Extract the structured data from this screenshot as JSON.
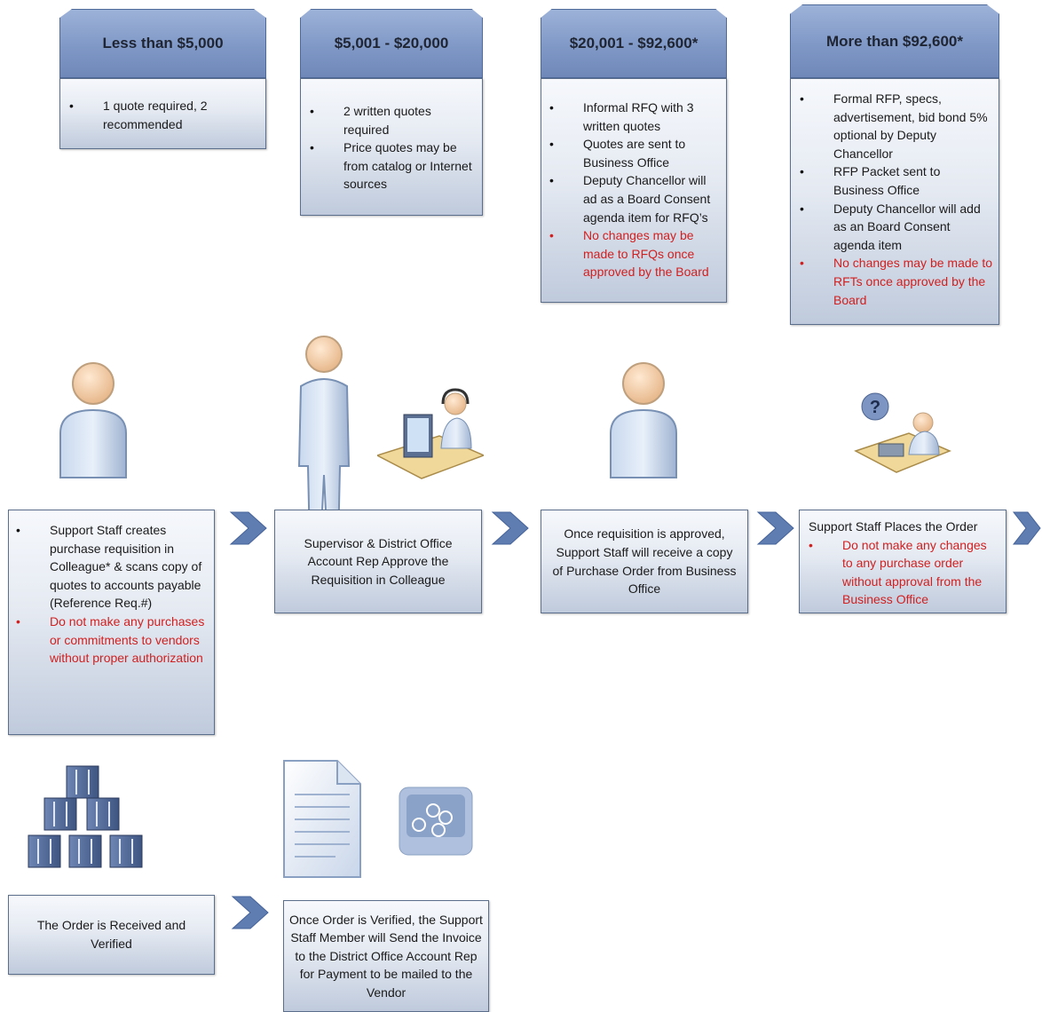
{
  "tiers": [
    {
      "heading": "Less than $5,000",
      "bullets": [
        {
          "text": "1 quote required, 2 recommended",
          "red": false
        }
      ]
    },
    {
      "heading": "$5,001 - $20,000",
      "bullets": [
        {
          "text": "2 written quotes required",
          "red": false
        },
        {
          "text": "Price quotes may be from catalog or Internet sources",
          "red": false
        }
      ]
    },
    {
      "heading": "$20,001 - $92,600*",
      "bullets": [
        {
          "text": "Informal RFQ with 3 written quotes",
          "red": false
        },
        {
          "text": "Quotes are sent to Business Office",
          "red": false
        },
        {
          "text": "Deputy Chancellor will ad as a Board Consent agenda item for RFQ’s",
          "red": false
        },
        {
          "text": "No changes may be made to RFQs once approved by the Board",
          "red": true
        }
      ]
    },
    {
      "heading": "More than $92,600*",
      "bullets": [
        {
          "text": "Formal RFP, specs, advertisement, bid bond 5% optional by Deputy Chancellor",
          "red": false
        },
        {
          "text": "RFP Packet sent to Business Office",
          "red": false
        },
        {
          "text": "Deputy Chancellor will add as an Board Consent agenda item",
          "red": false
        },
        {
          "text": "No changes may be made to RFTs once approved by the Board",
          "red": true
        }
      ]
    }
  ],
  "steps": {
    "step1": {
      "bullets": [
        {
          "text": "Support Staff creates purchase requisition in Colleague* & scans copy of quotes to accounts payable (Reference Req.#)",
          "red": false
        },
        {
          "text": "Do not make any purchases or commitments to vendors without proper authorization",
          "red": true
        }
      ]
    },
    "step2": {
      "text": "Supervisor & District Office Account Rep Approve the Requisition in Colleague"
    },
    "step3": {
      "text": "Once requisition is approved, Support Staff will receive a copy of Purchase Order from Business Office"
    },
    "step4": {
      "title": "Support Staff Places the Order",
      "bullets": [
        {
          "text": "Do not make any changes to any purchase order without approval from the Business Office",
          "red": true
        }
      ]
    },
    "step5": {
      "text": "The Order is Received and Verified"
    },
    "step6": {
      "text": "Once Order is Verified, the Support Staff Member will Send the Invoice to the District Office Account Rep for Payment to be mailed to the Vendor"
    }
  },
  "icons": [
    "person-icon",
    "standing-person-icon",
    "desk-worker-icon",
    "person-icon",
    "help-desk-icon",
    "boxes-icon",
    "document-icon",
    "payment-icon"
  ],
  "colors": {
    "tab": "#7f98c6",
    "box_border": "#5b6e8c",
    "warning": "#d12020",
    "chevron": "#5f7db0"
  }
}
